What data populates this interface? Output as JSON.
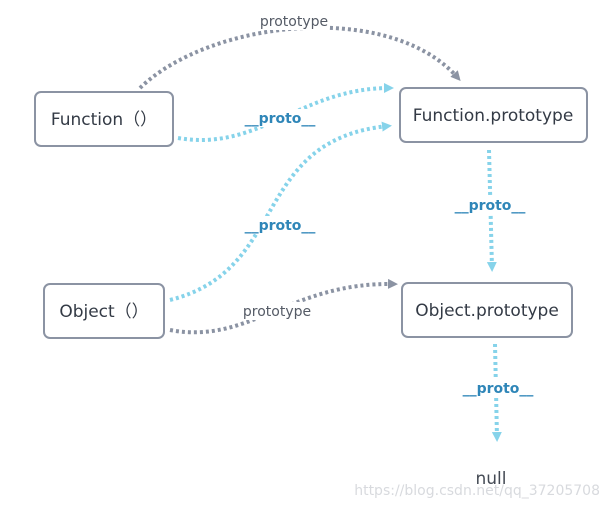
{
  "nodes": {
    "function_ctor": "Function（）",
    "function_proto": "Function.prototype",
    "object_ctor": "Object（）",
    "object_proto": "Object.prototype",
    "null": "null"
  },
  "edge_labels": {
    "fn_prototype": "prototype",
    "fn_proto": "__proto__",
    "obj_proto_to_fnproto": "__proto__",
    "fnproto_proto": "__proto__",
    "obj_prototype": "prototype",
    "objproto_proto": "__proto__"
  },
  "watermark": "https://blog.csdn.net/qq_37205708",
  "colors": {
    "prototype_edge": "#8b93a3",
    "proto_edge": "#86d3ea",
    "proto_label": "#2f86b8",
    "box_border": "#8b93a3"
  }
}
